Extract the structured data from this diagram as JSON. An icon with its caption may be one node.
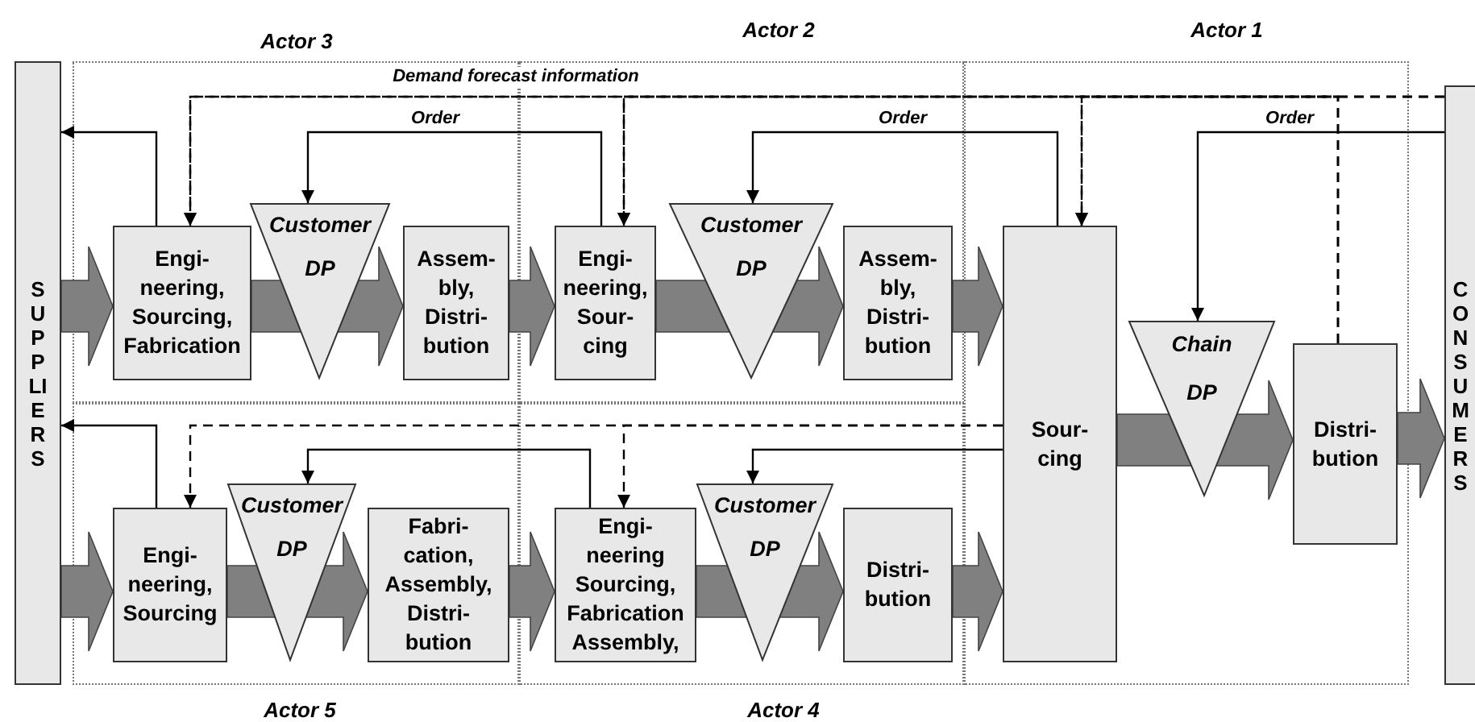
{
  "diagram": {
    "nodes": [
      {
        "text": [
          "SUPPLIERS"
        ]
      },
      {
        "text": [
          "Actor 3"
        ]
      },
      {
        "text": [
          "Engi- neering, Sourcing, Fabrication"
        ],
        "in": 1
      },
      {
        "text": [
          "Customer DP"
        ],
        "in": 1
      },
      {
        "text": [
          "Assem- bly, Distri- bution"
        ],
        "in": 1
      },
      {
        "text": [
          "Actor 2"
        ]
      },
      {
        "text": [
          "Engi- neering, Sour- cing"
        ],
        "in": 5
      },
      {
        "text": [
          "Customer DP"
        ],
        "in": 5
      },
      {
        "text": [
          "Assem- bly, Distri- bution"
        ],
        "in": 5
      },
      {
        "text": [
          "Actor 1"
        ]
      },
      {
        "text": [
          "Sour- cing"
        ],
        "in": 9
      },
      {
        "text": [
          "Chain DP"
        ],
        "in": 9
      },
      {
        "text": [
          "Distri- bution"
        ],
        "in": 9
      },
      {
        "text": [
          "CONSUMERS"
        ]
      },
      {
        "text": [
          "Actor 5"
        ]
      },
      {
        "text": [
          "Engi- neering, Sourcing"
        ],
        "in": 14
      },
      {
        "text": [
          "Customer DP"
        ],
        "in": 14
      },
      {
        "text": [
          "Fabri- cation, Assembly, Distri- bution"
        ],
        "in": 14
      },
      {
        "text": [
          "Actor 4"
        ]
      },
      {
        "text": [
          "Engi- neering Sourcing, Fabrication Assembly,"
        ],
        "in": 18
      },
      {
        "text": [
          "Customer DP"
        ],
        "in": 18
      },
      {
        "text": [
          "Distri- bution"
        ],
        "in": 18
      }
    ],
    "edges": [
      {
        "from": 0,
        "to": 2,
        "arrow": "to",
        "style": "thick",
        "color": "#808080"
      },
      {
        "from": 2,
        "to": 4,
        "arrow": "to",
        "style": "thick",
        "color": "#808080"
      },
      {
        "from": 4,
        "to": 6,
        "arrow": "to",
        "style": "thick",
        "color": "#808080"
      },
      {
        "from": 6,
        "to": 8,
        "arrow": "to",
        "style": "thick",
        "color": "#808080"
      },
      {
        "from": 8,
        "to": 10,
        "arrow": "to",
        "style": "thick",
        "color": "#808080"
      },
      {
        "from": 0,
        "to": 15,
        "arrow": "to",
        "style": "thick",
        "color": "#808080"
      },
      {
        "from": 15,
        "to": 17,
        "arrow": "to",
        "style": "thick",
        "color": "#808080"
      },
      {
        "from": 17,
        "to": 19,
        "arrow": "to",
        "style": "thick",
        "color": "#808080"
      },
      {
        "from": 19,
        "to": 21,
        "arrow": "to",
        "style": "thick",
        "color": "#808080"
      },
      {
        "from": 21,
        "to": 10,
        "arrow": "to",
        "style": "thick",
        "color": "#808080"
      },
      {
        "from": 10,
        "to": 12,
        "arrow": "to",
        "style": "thick",
        "color": "#808080"
      },
      {
        "from": 12,
        "to": 13,
        "arrow": "to",
        "style": "thick",
        "color": "#808080"
      },
      {
        "from": 2,
        "to": 0,
        "arrow": "to"
      },
      {
        "from": 6,
        "to": 3,
        "arrow": "to",
        "label": "Order"
      },
      {
        "from": 10,
        "to": 7,
        "arrow": "to",
        "label": "Order"
      },
      {
        "from": 13,
        "to": 11,
        "arrow": "to",
        "label": "Order"
      },
      {
        "from": 15,
        "to": 0,
        "arrow": "to"
      },
      {
        "from": 19,
        "to": 16,
        "arrow": "to"
      },
      {
        "from": 10,
        "to": 20,
        "arrow": "to"
      },
      {
        "from": 13,
        "to": 2,
        "arrow": "to",
        "style": "dashed"
      },
      {
        "from": 13,
        "to": 6,
        "arrow": "to",
        "style": "dashed"
      },
      {
        "from": 13,
        "to": 10,
        "arrow": "to",
        "style": "dashed"
      },
      {
        "from": 12,
        "to": 2,
        "arrow": "to",
        "style": "dashed"
      },
      {
        "from": 12,
        "to": 6,
        "arrow": "to",
        "style": "dashed"
      },
      {
        "from": 12,
        "to": 10,
        "arrow": "to",
        "style": "dashed"
      },
      {
        "from": 10,
        "to": 15,
        "arrow": "to",
        "style": "dashed"
      },
      {
        "from": 10,
        "to": 19,
        "arrow": "to",
        "style": "dashed"
      }
    ],
    "labels": [
      "Demand forecast information"
    ]
  }
}
